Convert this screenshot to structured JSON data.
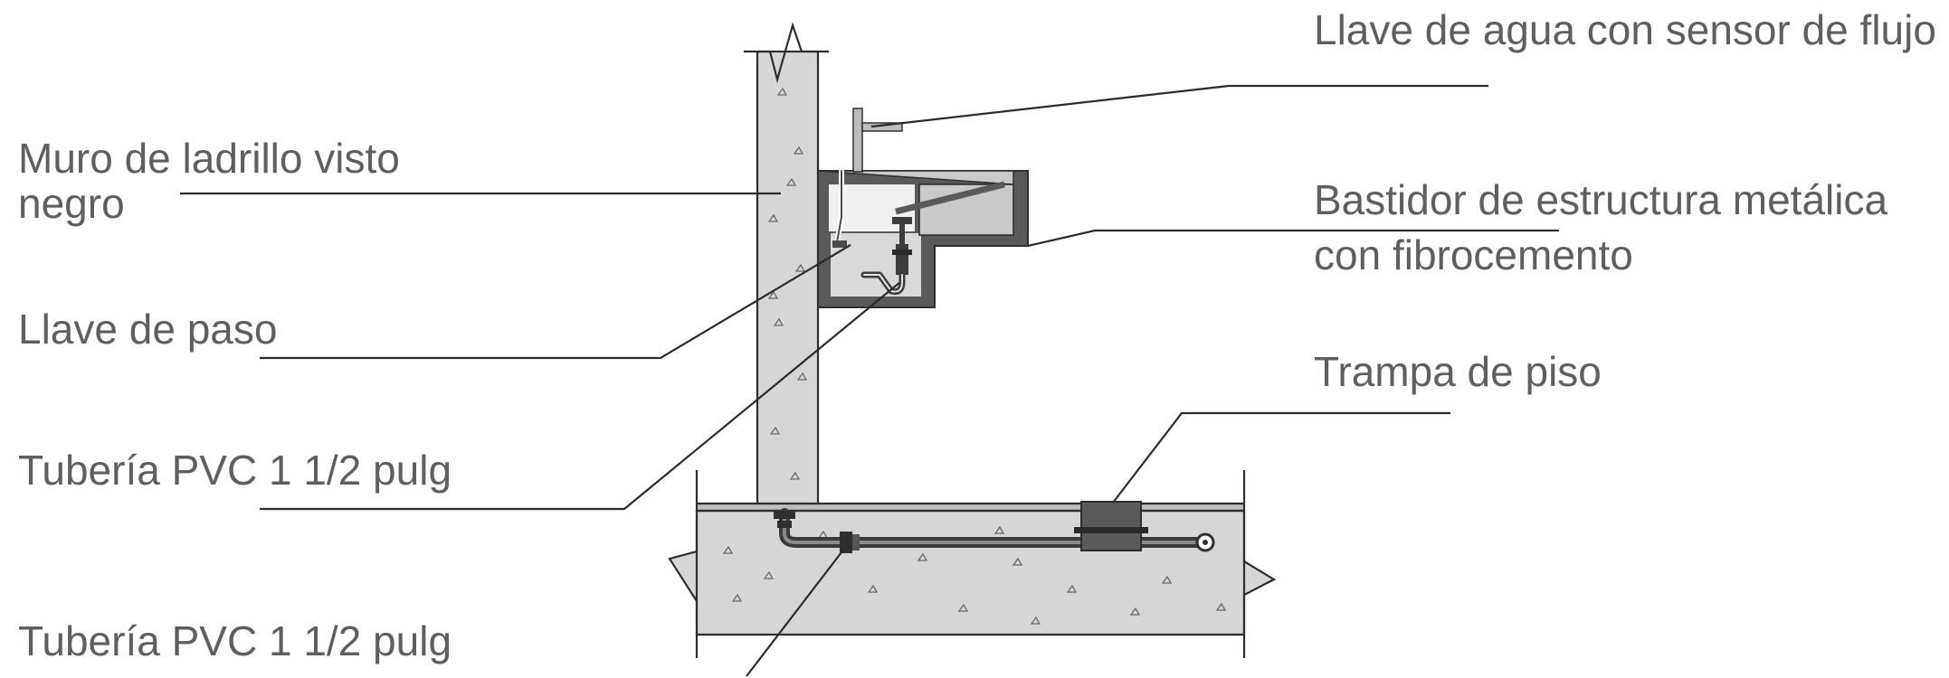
{
  "labels": {
    "muro": [
      "Muro de ladrillo visto",
      "negro"
    ],
    "llave_paso": "Llave de paso",
    "tuberia_1": "Tubería PVC 1 1/2 pulg",
    "tuberia_2": "Tubería PVC 1 1/2 pulg",
    "llave_agua": "Llave de agua con sensor de flujo",
    "bastidor": [
      "Bastidor de estructura metálica",
      "con fibrocemento"
    ],
    "trampa": "Trampa de piso"
  },
  "colors": {
    "label_text": "#5f5f5f",
    "concrete": "#d6d6d6",
    "frame": "#5a5a5a",
    "basin": "#c9c9c9",
    "pipe": "#4a4a4a",
    "line": "#2b2b2b"
  }
}
